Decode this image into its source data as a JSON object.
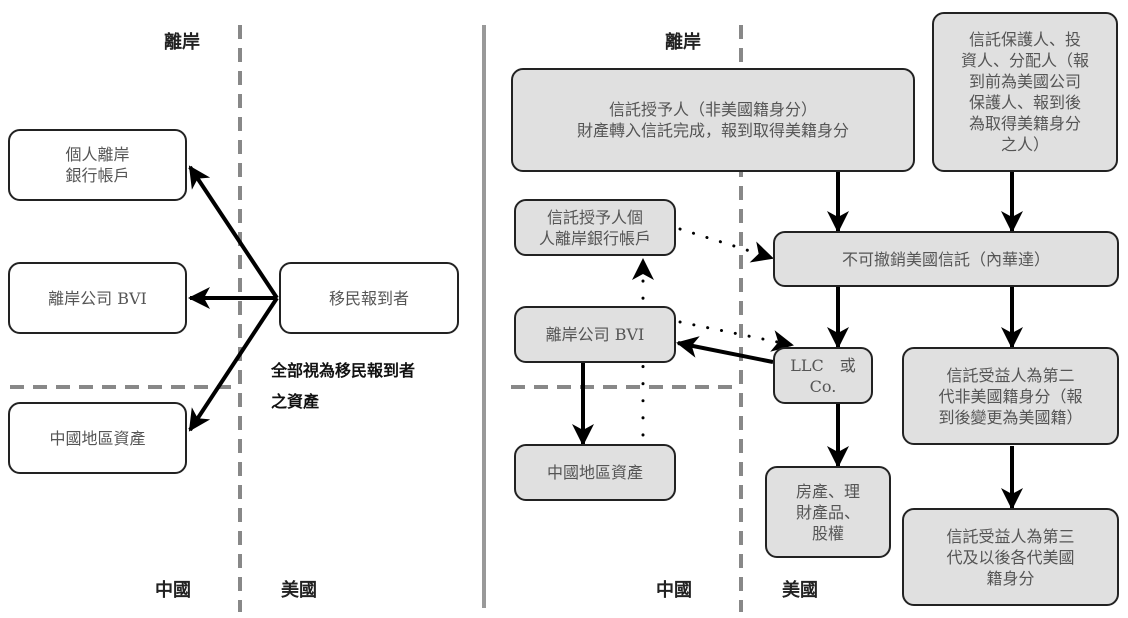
{
  "left_panel": {
    "region_labels": {
      "offshore": "離岸",
      "china": "中國",
      "usa": "美國"
    },
    "boxes": {
      "personal_account": "個人離岸\n銀行帳戶",
      "offshore_company": "離岸公司 BVI",
      "china_assets": "中國地區資產",
      "immigrant": "移民報到者"
    },
    "note": "全部視為移民報到者\n之資產"
  },
  "right_panel": {
    "region_labels": {
      "offshore": "離岸",
      "china": "中國",
      "usa": "美國"
    },
    "boxes": {
      "grantor": "信託授予人（非美國籍身分）\n財產轉入信託完成，報到取得美籍身分",
      "protector": "信託保護人、投\n資人、分配人（報\n到前為美國公司\n保護人、報到後\n為取得美籍身分\n之人）",
      "grantor_account": "信託授予人個\n人離岸銀行帳戶",
      "trust": "不可撤銷美國信託（內華達）",
      "offshore_company": "離岸公司 BVI",
      "llc": "LLC　或\nCo.",
      "china_assets": "中國地區資產",
      "property": "房產、理\n財產品、\n股權",
      "beneficiary_2nd": "信託受益人為第二\n代非美國籍身分（報\n到後變更為美國籍）",
      "beneficiary_3rd": "信託受益人為第三\n代及以後各代美國\n籍身分"
    }
  }
}
